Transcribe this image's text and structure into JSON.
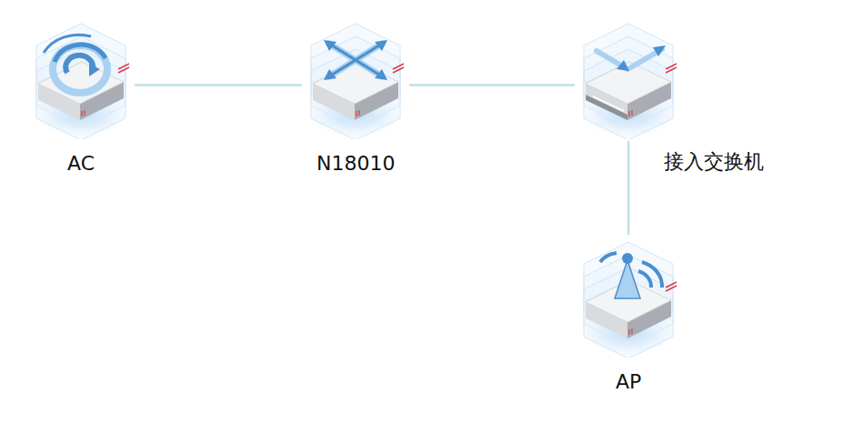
{
  "diagram": {
    "nodes": [
      {
        "text": [
          "AC"
        ]
      },
      {
        "text": [
          "N18010"
        ]
      },
      {
        "text": [
          "接入交换机"
        ]
      },
      {
        "text": [
          "AP"
        ]
      }
    ],
    "edges": [
      {
        "from": 0,
        "to": 1,
        "arrow": "none"
      },
      {
        "from": 1,
        "to": 2,
        "arrow": "none"
      },
      {
        "from": 2,
        "to": 3,
        "arrow": "none"
      }
    ]
  }
}
